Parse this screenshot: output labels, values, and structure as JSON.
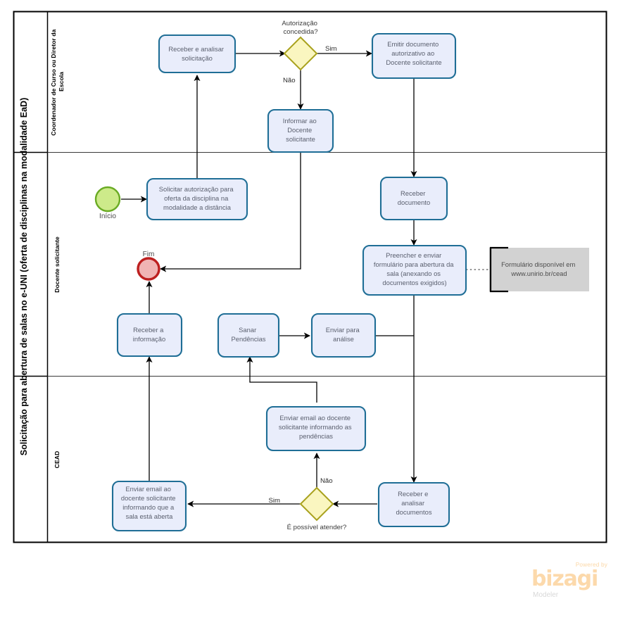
{
  "pool": {
    "title": "Solicitação para abertura de salas no e-UNI (oferta de disciplinas na modalidade EaD)",
    "lanes": [
      {
        "id": "lane-coordenador",
        "label": "Coordenador de Curso ou Diretor da Escola"
      },
      {
        "id": "lane-docente",
        "label": "Docente  solicitante"
      },
      {
        "id": "lane-cead",
        "label": "CEAD"
      }
    ]
  },
  "events": [
    {
      "id": "start",
      "type": "start-event",
      "label": "Início",
      "lane": "lane-docente"
    },
    {
      "id": "end",
      "type": "end-event",
      "label": "Fim",
      "lane": "lane-docente"
    }
  ],
  "tasks": [
    {
      "id": "t-receber-analisar-solicitacao",
      "lane": "lane-coordenador",
      "lines": [
        "Receber  e analisar",
        "solicitação"
      ]
    },
    {
      "id": "t-emitir-documento",
      "lane": "lane-coordenador",
      "lines": [
        "Emitir documento",
        "autorizativo ao",
        "Docente solicitante"
      ]
    },
    {
      "id": "t-informar-docente",
      "lane": "lane-coordenador",
      "lines": [
        "Informar ao",
        "Docente",
        "solicitante"
      ]
    },
    {
      "id": "t-solicitar-autorizacao",
      "lane": "lane-docente",
      "lines": [
        "Solicitar autorização para",
        "oferta da disciplina na",
        "modalidade a distância"
      ]
    },
    {
      "id": "t-receber-documento",
      "lane": "lane-docente",
      "lines": [
        "Receber",
        "documento"
      ]
    },
    {
      "id": "t-preencher-enviar",
      "lane": "lane-docente",
      "lines": [
        "Preencher e enviar",
        "formulário para abertura da",
        "sala (anexando os",
        "documentos exigidos)"
      ]
    },
    {
      "id": "t-receber-informacao",
      "lane": "lane-docente",
      "lines": [
        "Receber a",
        "informação"
      ]
    },
    {
      "id": "t-sanar-pendencias",
      "lane": "lane-docente",
      "lines": [
        "Sanar",
        "Pendências"
      ]
    },
    {
      "id": "t-enviar-analise",
      "lane": "lane-docente",
      "lines": [
        "Enviar para",
        "análise"
      ]
    },
    {
      "id": "t-enviar-email-pendencias",
      "lane": "lane-cead",
      "lines": [
        "Enviar email ao docente",
        "solicitante informando as",
        "pendências"
      ]
    },
    {
      "id": "t-enviar-email-sala-aberta",
      "lane": "lane-cead",
      "lines": [
        "Enviar email ao",
        "docente solicitante",
        "informando que a",
        "sala está aberta"
      ]
    },
    {
      "id": "t-receber-analisar-documentos",
      "lane": "lane-cead",
      "lines": [
        "Receber e",
        "analisar",
        "documentos"
      ]
    }
  ],
  "gateways": [
    {
      "id": "gw-autorizacao",
      "lane": "lane-coordenador",
      "caption": [
        "Autorização",
        "concedida?"
      ],
      "caption_pos": "above"
    },
    {
      "id": "gw-atender",
      "lane": "lane-cead",
      "caption": [
        "É possível atender?"
      ],
      "caption_pos": "below"
    }
  ],
  "flow_labels": {
    "gw_autorizacao_sim": "Sim",
    "gw_autorizacao_nao": "Não",
    "gw_atender_sim": "Sim",
    "gw_atender_nao": "Não"
  },
  "annotations": [
    {
      "id": "anno-formulario",
      "lines": [
        "Formulário disponível em",
        "www.unirio.br/cead"
      ],
      "attached_to": "t-preencher-enviar"
    }
  ],
  "watermark": {
    "powered": "Powered by",
    "brand": "bizagi",
    "product": "Modeler"
  },
  "colors": {
    "task_fill": "#e9edfb",
    "task_stroke": "#1f6e96",
    "gateway_fill": "#faf6c0",
    "gateway_stroke": "#a9a21e",
    "start_fill": "#cdea8a",
    "start_stroke": "#6aab24",
    "end_fill": "#f0b4b4",
    "end_stroke": "#bd1f1f",
    "annotation_fill": "#d2d2d2",
    "flow_stroke": "#000000",
    "brand_orange": "#fcd9ab"
  }
}
